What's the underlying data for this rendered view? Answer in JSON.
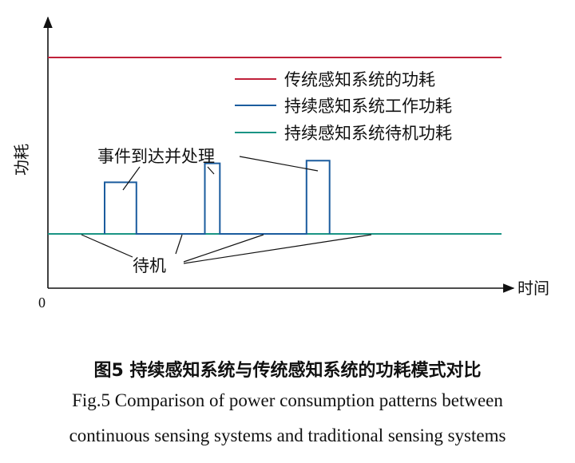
{
  "chart_data": {
    "type": "line",
    "x_axis_label": "时间",
    "y_axis_label": "功耗",
    "origin_label": "0",
    "series": [
      {
        "name": "传统感知系统的功耗",
        "color": "#c0213a",
        "points": [
          [
            0,
            0.85
          ],
          [
            1,
            0.85
          ]
        ]
      },
      {
        "name": "持续感知系统工作功耗",
        "color": "#1b5c9e",
        "points": [
          [
            0.125,
            0.2
          ],
          [
            0.125,
            0.39
          ],
          [
            0.195,
            0.39
          ],
          [
            0.195,
            0.2
          ],
          [
            0.346,
            0.2
          ],
          [
            0.346,
            0.46
          ],
          [
            0.379,
            0.46
          ],
          [
            0.379,
            0.2
          ],
          [
            0.57,
            0.2
          ],
          [
            0.57,
            0.47
          ],
          [
            0.621,
            0.47
          ],
          [
            0.621,
            0.2
          ]
        ]
      },
      {
        "name": "持续感知系统待机功耗",
        "color": "#1a9484",
        "points": [
          [
            0,
            0.2
          ],
          [
            0.125,
            0.2
          ],
          [
            0.195,
            0.2
          ],
          [
            0.346,
            0.2
          ],
          [
            0.379,
            0.2
          ],
          [
            0.57,
            0.2
          ],
          [
            0.621,
            0.2
          ],
          [
            1,
            0.2
          ]
        ]
      }
    ],
    "annotations": [
      {
        "text": "事件到达并处理"
      },
      {
        "text": "待机"
      }
    ]
  },
  "caption": {
    "zh": "图5  持续感知系统与传统感知系统的功耗模式对比",
    "en_line1": "Fig.5  Comparison of power consumption patterns between",
    "en_line2": "continuous sensing systems and traditional sensing systems"
  }
}
